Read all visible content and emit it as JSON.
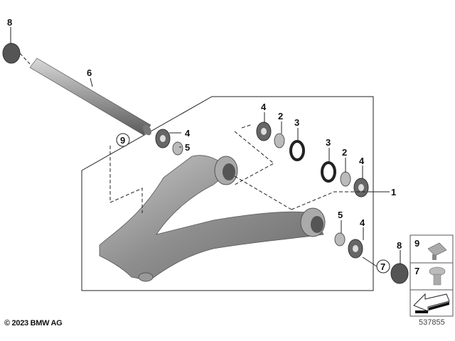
{
  "diagram": {
    "callouts": {
      "c8a": "8",
      "c6": "6",
      "c9": "9",
      "c4a": "4",
      "c5a": "5",
      "c4b": "4",
      "c2a": "2",
      "c3a": "3",
      "c3b": "3",
      "c2b": "2",
      "c4c": "4",
      "c1": "1",
      "c5b": "5",
      "c4d": "4",
      "c7": "7",
      "c8b": "8"
    },
    "legend": [
      {
        "number": "9",
        "part": "clip-nut"
      },
      {
        "number": "7",
        "part": "flange-bolt"
      },
      {
        "number": "",
        "part": "arrow-symbol"
      }
    ]
  },
  "footer": {
    "copyright": "© 2023 BMW AG",
    "diagram_id": "537855"
  }
}
